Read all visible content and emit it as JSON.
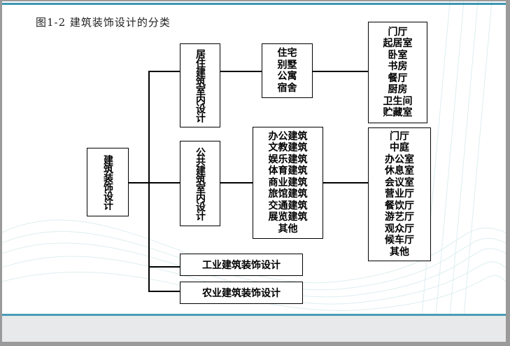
{
  "title": "图1-2   建筑装饰设计的分类",
  "root": "建筑装饰设计",
  "branches": {
    "residential": {
      "label": "居住建筑室内设计",
      "types": [
        "住宅",
        "别墅",
        "公寓",
        "宿舍"
      ],
      "rooms": [
        "门厅",
        "起居室",
        "卧室",
        "书房",
        "餐厅",
        "厨房",
        "卫生间",
        "贮藏室"
      ]
    },
    "public": {
      "label": "公共建筑室内设计",
      "types": [
        "办公建筑",
        "文教建筑",
        "娱乐建筑",
        "体育建筑",
        "商业建筑",
        "旅馆建筑",
        "交通建筑",
        "展览建筑",
        "其他"
      ],
      "rooms": [
        "门厅",
        "中庭",
        "办公室",
        "休息室",
        "会议室",
        "营业厅",
        "餐饮厅",
        "游艺厅",
        "观众厅",
        "候车厅",
        "其他"
      ]
    },
    "industrial": {
      "label": "工业建筑装饰设计"
    },
    "agricultural": {
      "label": "农业建筑装饰设计"
    }
  },
  "colors": {
    "accent": "#3d97b3",
    "footer": "#e8e9ea"
  }
}
